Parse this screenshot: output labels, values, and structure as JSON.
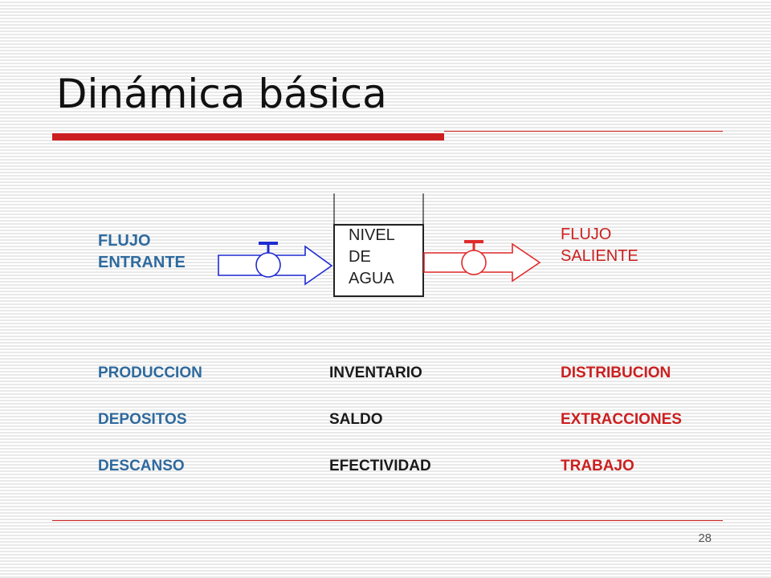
{
  "slide": {
    "title": "Dinámica básica",
    "page_number": "28"
  },
  "diagram": {
    "inflow_label": [
      "FLUJO",
      "ENTRANTE"
    ],
    "outflow_label": [
      "FLUJO",
      "SALIENTE"
    ],
    "tank_label": [
      "NIVEL",
      "DE",
      "AGUA"
    ]
  },
  "table": {
    "left": [
      "PRODUCCION",
      "DEPOSITOS",
      "DESCANSO"
    ],
    "middle": [
      "INVENTARIO",
      "SALDO",
      "EFECTIVIDAD"
    ],
    "right": [
      "DISTRIBUCION",
      "EXTRACCIONES",
      "TRABAJO"
    ]
  },
  "colors": {
    "accent": "#cc1f1f",
    "inflow": "#2e6a9e",
    "inflow_pipe": "#1f2bd1",
    "outflow": "#e02b2b",
    "text": "#1a1a1a"
  }
}
